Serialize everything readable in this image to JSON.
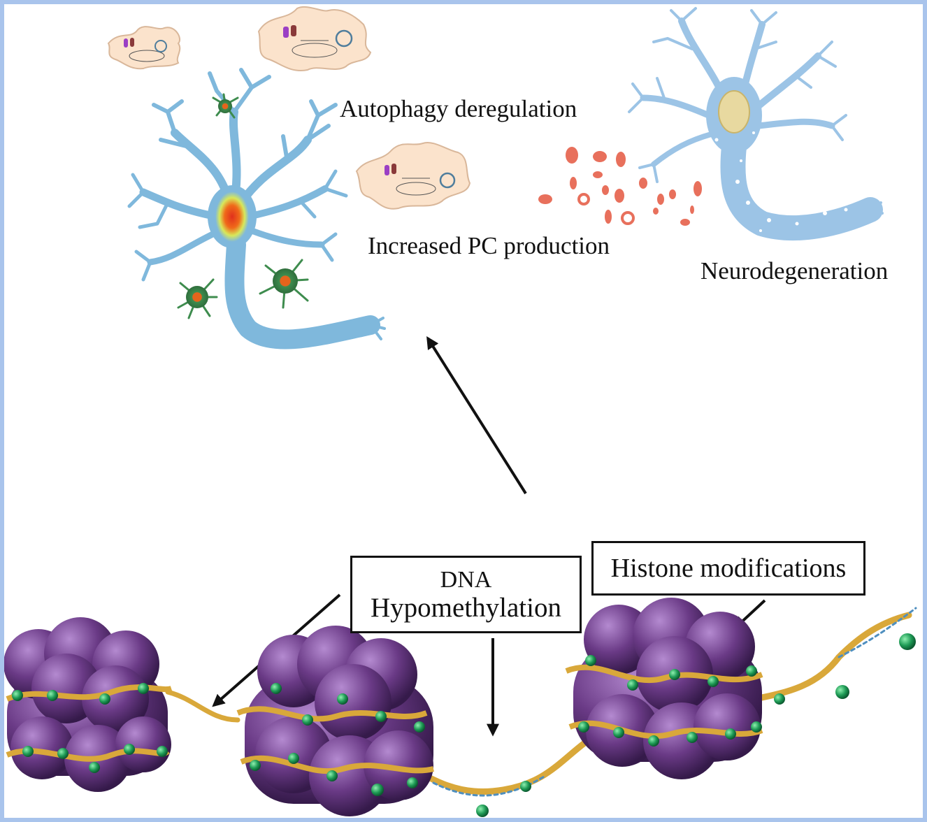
{
  "labels": {
    "autophagy": "Autophagy deregulation",
    "pc_production": "Increased PC production",
    "neurodegeneration": "Neurodegeneration",
    "dna_line1": "DNA",
    "dna_line2": "Hypomethylation",
    "histone": "Histone modifications"
  },
  "colors": {
    "frame_border": "#a9c4ec",
    "healthy_neuron": "#7fb8dc",
    "degenerating_neuron": "#9cc4e6",
    "nucleus_glow": "#d8e85a",
    "nucleus_core": "#e0301c",
    "microglia": "#3e8c4e",
    "microglia_core": "#e5641c",
    "pc_particles": "#e8705c",
    "macrophage_fill": "#fbe3cc",
    "histone_purple": "#6a3a86",
    "dna_strand": "#d9a83a",
    "dna_bead": "#1e9a55",
    "arrow": "#111111"
  }
}
